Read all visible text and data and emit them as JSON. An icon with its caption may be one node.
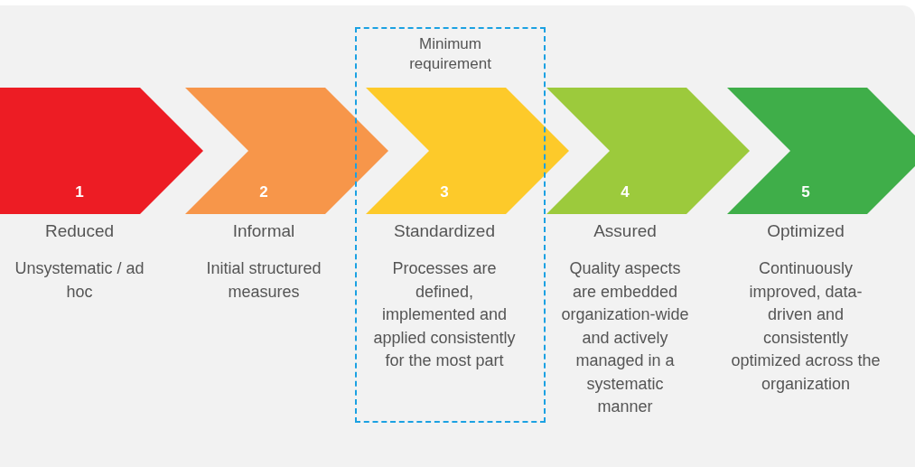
{
  "diagram": {
    "nodes": [
      {
        "text": [
          "1",
          "Reduced",
          "Unsystematic / ad hoc"
        ]
      },
      {
        "text": [
          "2",
          "Informal",
          "Initial structured measures"
        ]
      },
      {
        "text": [
          "Minimum requirement"
        ]
      },
      {
        "text": [
          "3",
          "Standardized",
          "Processes are defined, implemented and applied consistently for the most part"
        ],
        "in": 2
      },
      {
        "text": [
          "4",
          "Assured",
          "Quality aspects are embedded organization-wide and actively managed in a systematic manner"
        ]
      },
      {
        "text": [
          "5",
          "Optimized",
          "Continuously improved, data-driven and consistently optimized across the organization"
        ]
      }
    ]
  }
}
